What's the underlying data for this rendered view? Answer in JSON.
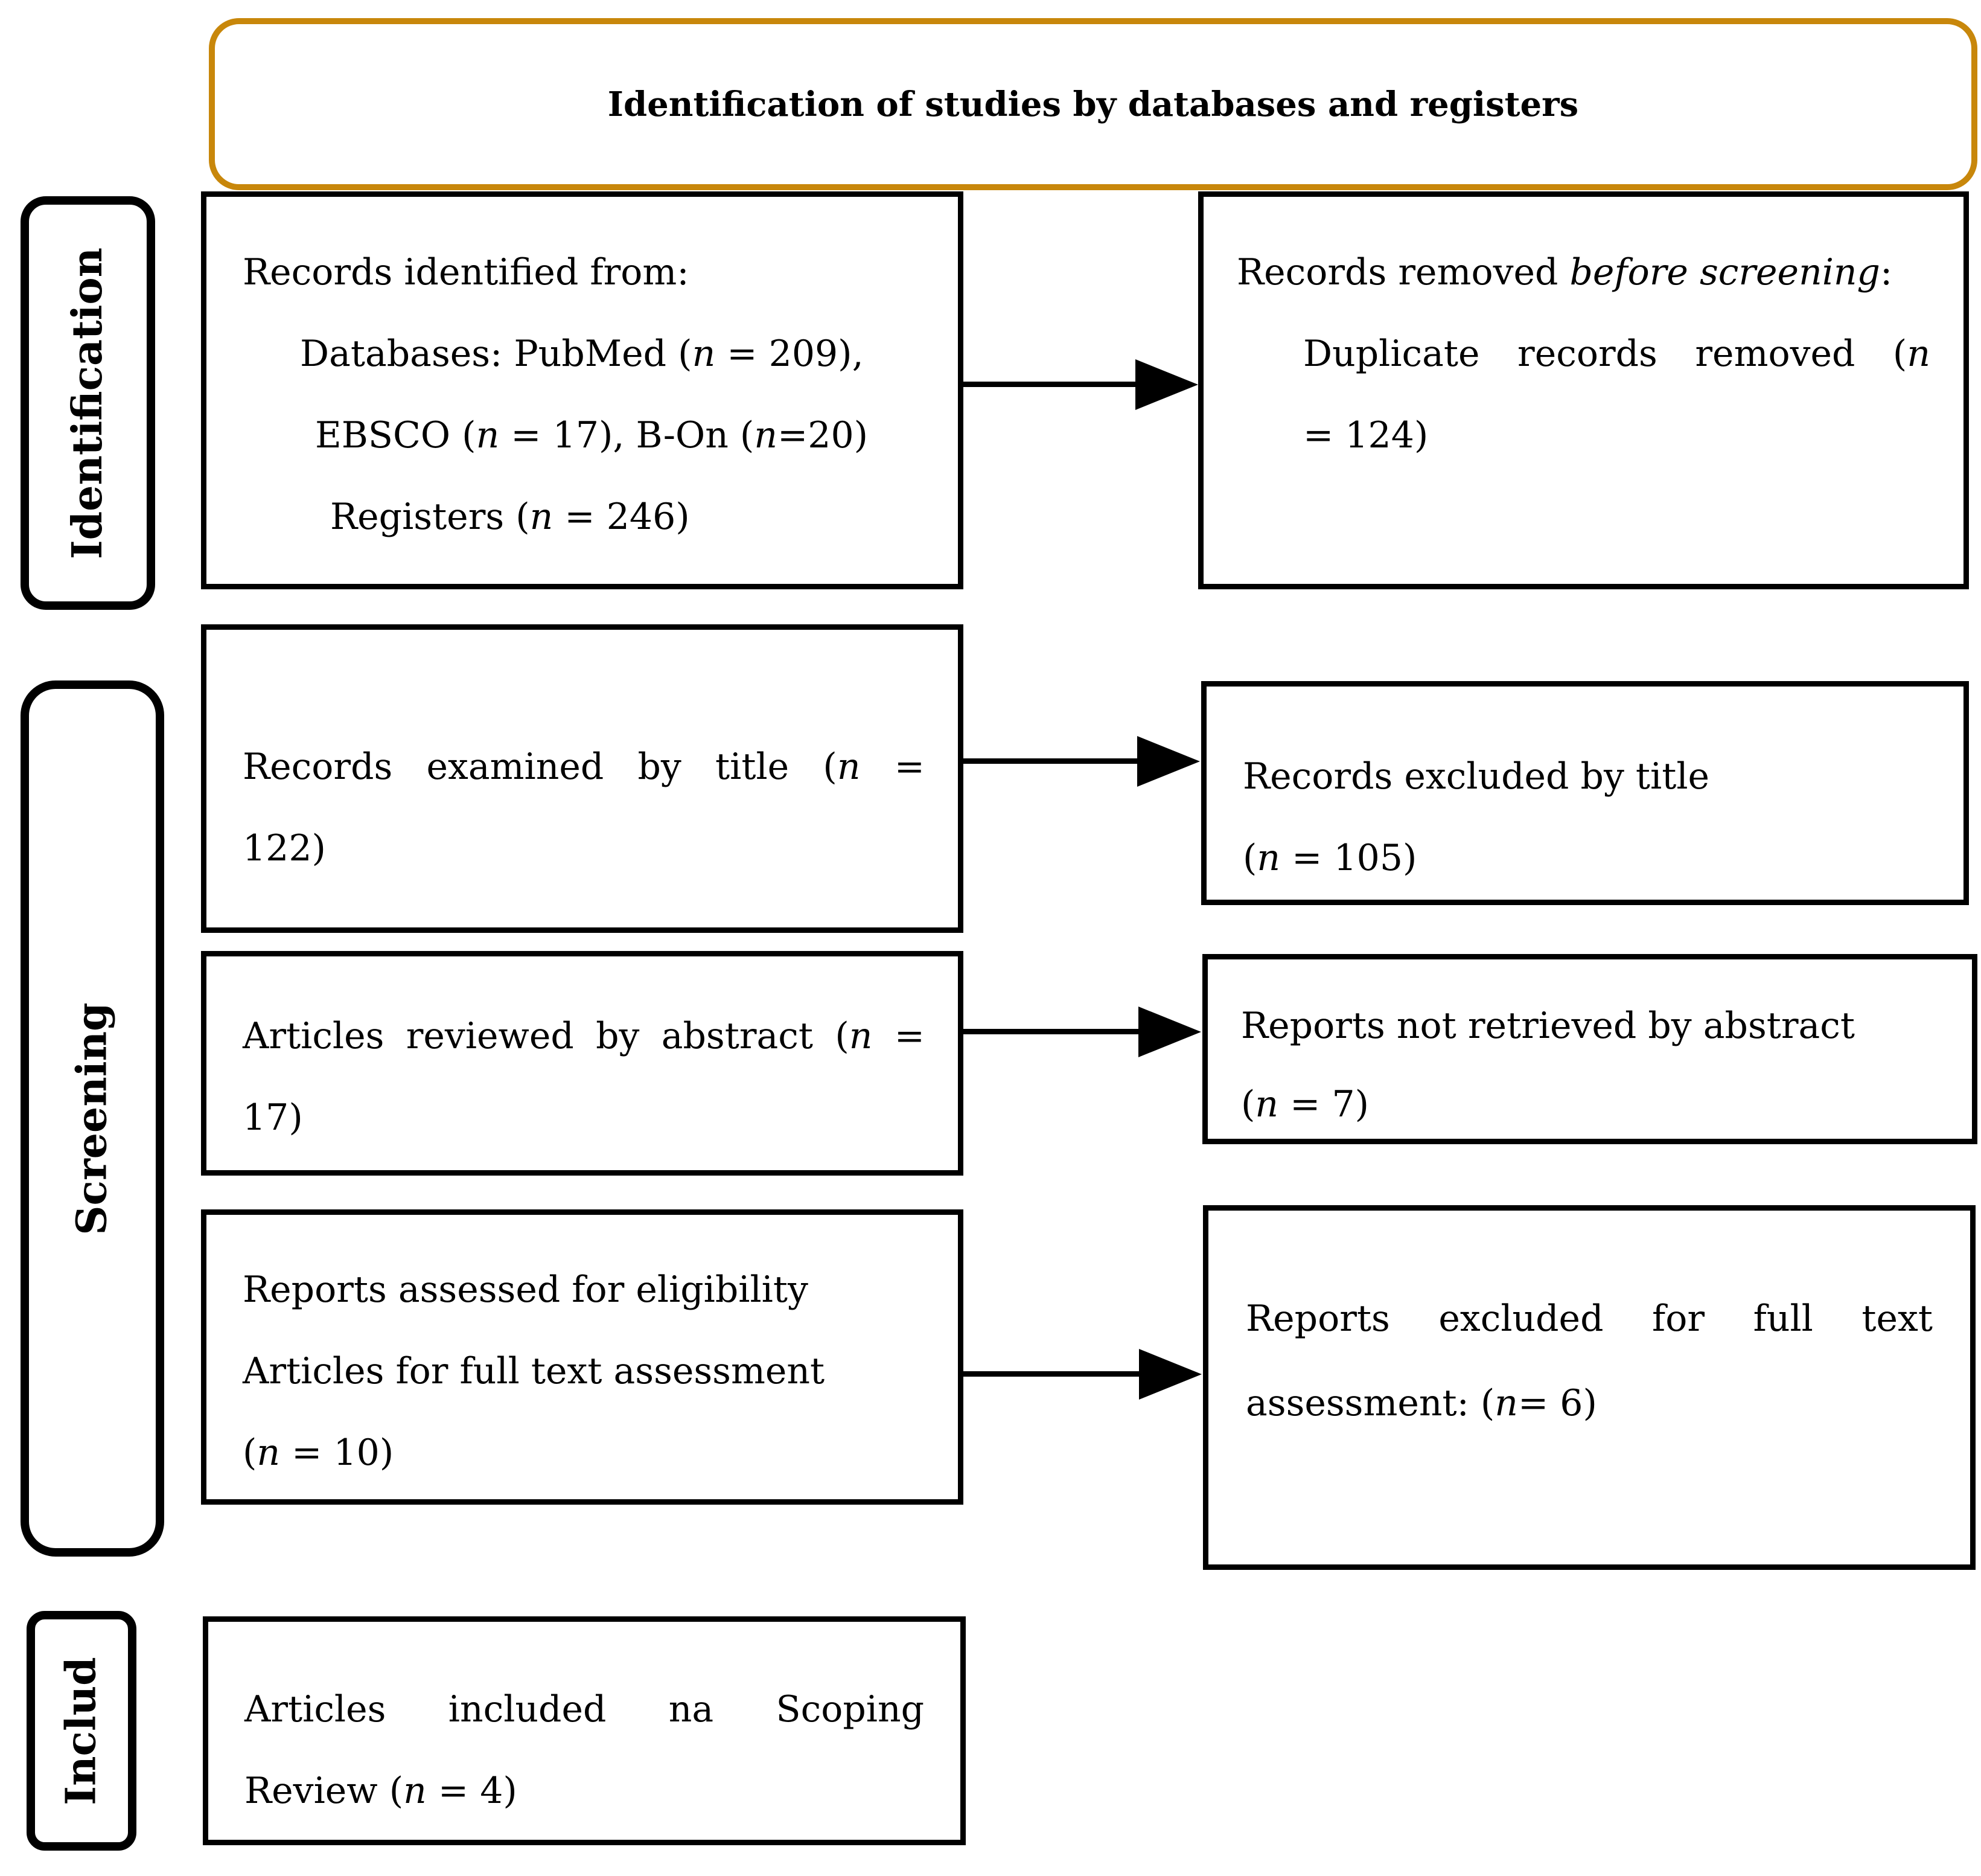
{
  "accent": {
    "header_border_color": "#C8870B",
    "line_color": "#000000"
  },
  "header": {
    "title": "Identification of studies by databases and registers"
  },
  "sidebars": [
    {
      "id": "identification",
      "label": "Identification"
    },
    {
      "id": "screening",
      "label": "Screening"
    },
    {
      "id": "included",
      "label": "Includ"
    }
  ],
  "boxes": {
    "records_identified": {
      "lines": [
        [
          {
            "t": "Records identified from:"
          }
        ],
        [
          {
            "t": "Databases: PubMed ("
          },
          {
            "t": "n",
            "i": true
          },
          {
            "t": " = 209),"
          }
        ],
        [
          {
            "t": "EBSCO ("
          },
          {
            "t": "n",
            "i": true
          },
          {
            "t": " = 17), B-On ("
          },
          {
            "t": "n",
            "i": true
          },
          {
            "t": "=20)"
          }
        ],
        [
          {
            "t": "Registers ("
          },
          {
            "t": "n",
            "i": true
          },
          {
            "t": " = 246)"
          }
        ]
      ]
    },
    "records_removed_before_screening": {
      "lines": [
        [
          {
            "t": "Records removed "
          },
          {
            "t": "before screening",
            "i": true
          },
          {
            "t": ":"
          }
        ],
        [
          {
            "t": "Duplicate records removed ("
          },
          {
            "t": "n",
            "i": true
          }
        ],
        [
          {
            "t": "= 124)"
          }
        ]
      ]
    },
    "records_examined_by_title": {
      "lines": [
        [
          {
            "t": "Records examined by title ("
          },
          {
            "t": "n",
            "i": true
          },
          {
            "t": " ="
          }
        ],
        [
          {
            "t": "122)"
          }
        ]
      ]
    },
    "records_excluded_by_title": {
      "lines": [
        [
          {
            "t": "Records excluded by title"
          }
        ],
        [
          {
            "t": "("
          },
          {
            "t": "n",
            "i": true
          },
          {
            "t": " = 105)"
          }
        ]
      ]
    },
    "articles_reviewed_by_abstract": {
      "lines": [
        [
          {
            "t": "Articles reviewed by abstract ("
          },
          {
            "t": "n",
            "i": true
          },
          {
            "t": " ="
          }
        ],
        [
          {
            "t": "17)"
          }
        ]
      ]
    },
    "reports_not_retrieved": {
      "lines": [
        [
          {
            "t": "Reports not retrieved by abstract"
          }
        ],
        [
          {
            "t": "("
          },
          {
            "t": "n",
            "i": true
          },
          {
            "t": " = 7)"
          }
        ]
      ]
    },
    "reports_assessed": {
      "lines": [
        [
          {
            "t": "Reports assessed for eligibility"
          }
        ],
        [
          {
            "t": "Articles for full text assessment"
          }
        ],
        [
          {
            "t": "("
          },
          {
            "t": "n",
            "i": true
          },
          {
            "t": " = 10)"
          }
        ]
      ]
    },
    "reports_excluded_full_text": {
      "lines": [
        [
          {
            "t": "Reports excluded for full text"
          }
        ],
        [
          {
            "t": "assessment: ("
          },
          {
            "t": "n",
            "i": true
          },
          {
            "t": "= 6)"
          }
        ]
      ]
    },
    "articles_included": {
      "lines": [
        [
          {
            "t": "Articles included na Scoping"
          }
        ],
        [
          {
            "t": "Review ("
          },
          {
            "t": "n",
            "i": true
          },
          {
            "t": " = 4)"
          }
        ]
      ]
    }
  }
}
